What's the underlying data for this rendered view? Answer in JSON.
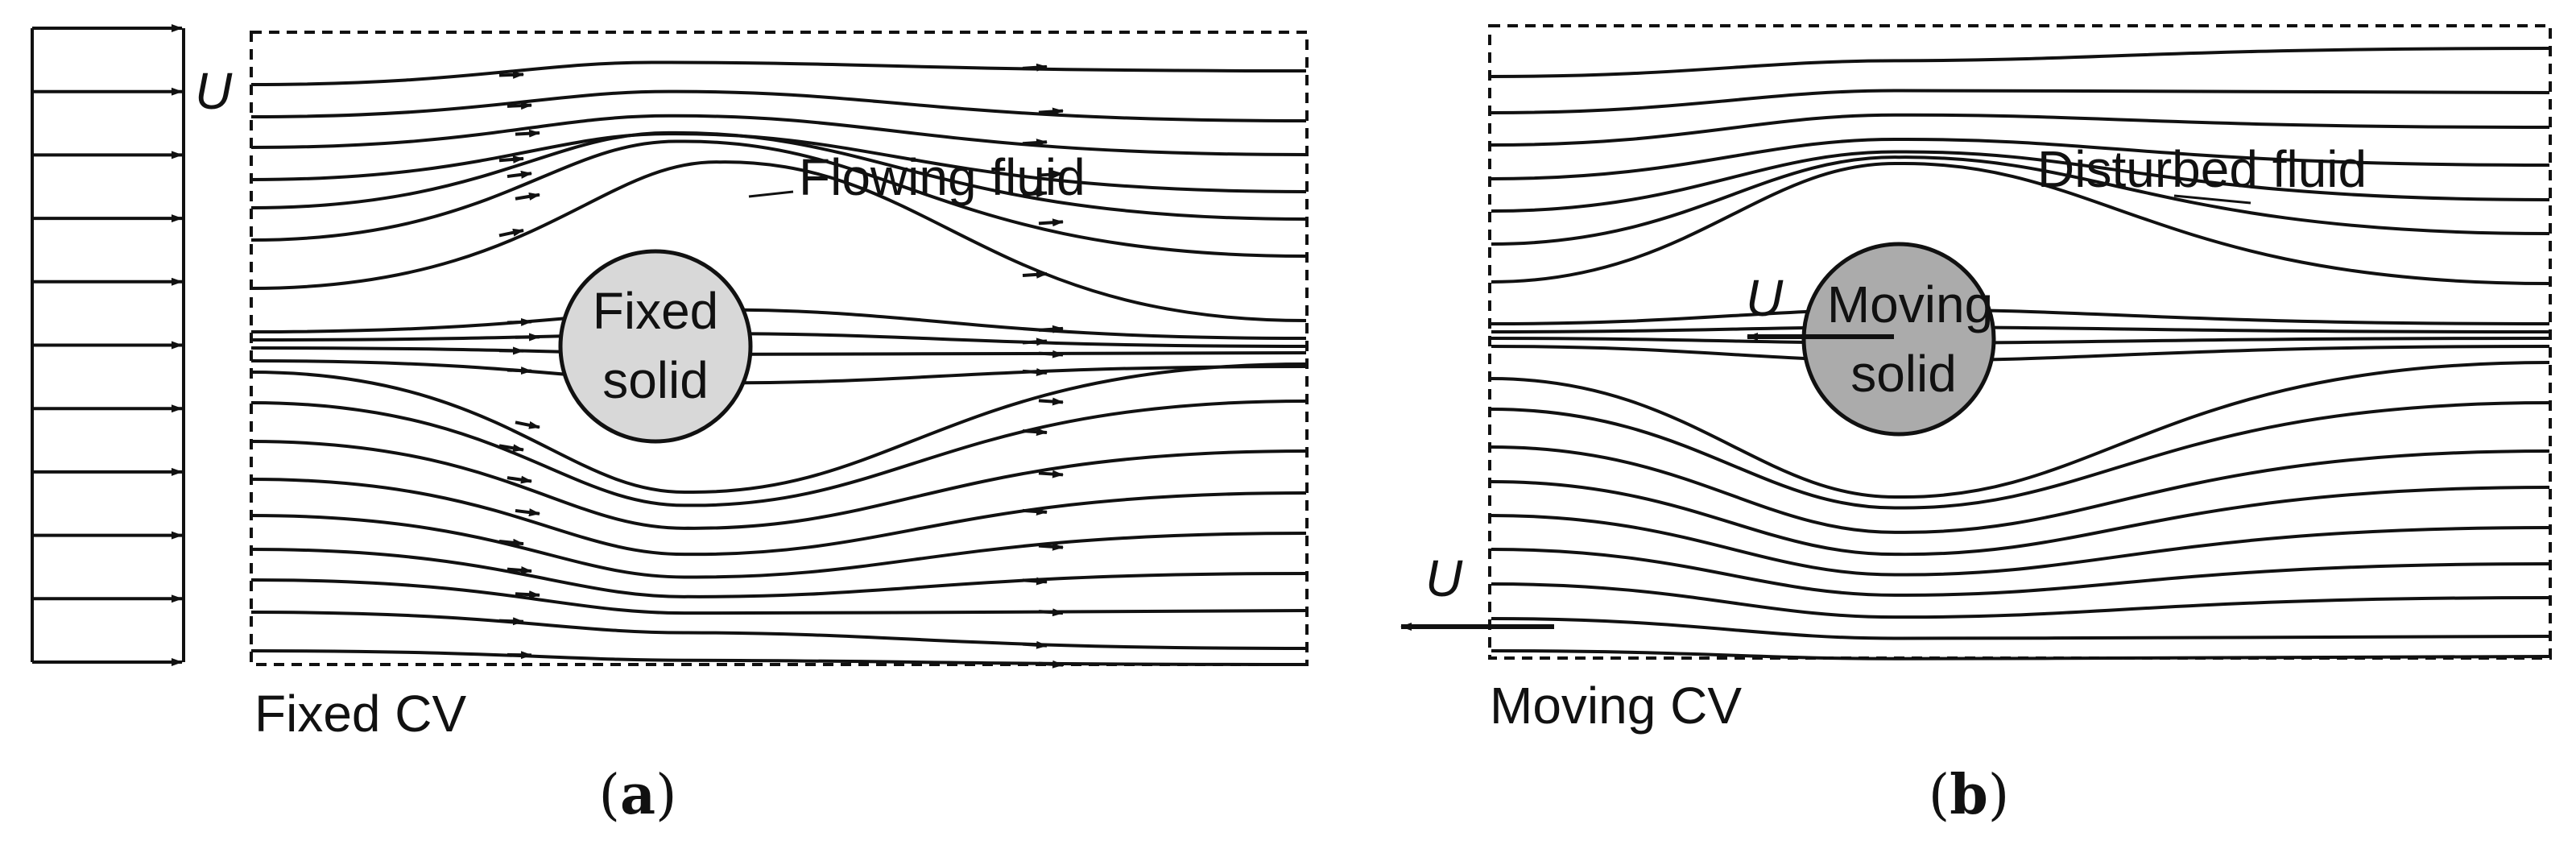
{
  "colors": {
    "stroke": "#111111",
    "fixed_solid_fill": "#d8d8d8",
    "moving_solid_fill": "#ababab"
  },
  "panel_a": {
    "velocity_symbol": "U",
    "fluid_label": "Flowing fluid",
    "solid_label_line1": "Fixed",
    "solid_label_line2": "solid",
    "cv_label": "Fixed CV",
    "caption_open": "(",
    "caption_letter": "a",
    "caption_close": ")"
  },
  "panel_b": {
    "solid_velocity_symbol": "U",
    "cv_velocity_symbol": "U",
    "fluid_label": "Disturbed fluid",
    "solid_label_line1": "Moving",
    "solid_label_line2": "solid",
    "cv_label": "Moving CV",
    "caption_open": "(",
    "caption_letter": "b",
    "caption_close": ")"
  }
}
